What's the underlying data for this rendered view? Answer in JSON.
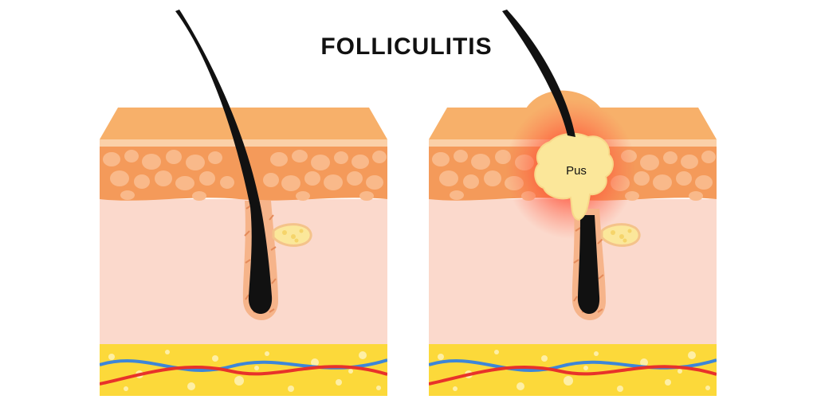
{
  "title": "FOLLICULITIS",
  "pus_label": "Pus",
  "colors": {
    "epidermis": "#f7b06a",
    "epidermis_top": "#f9c07e",
    "fat_cells_layer": "#f49a5a",
    "fat_cell": "#f9b98a",
    "dermis": "#fbd9cc",
    "subcutaneous": "#fcd93a",
    "vein": "#3d86d8",
    "artery": "#e8322a",
    "hair": "#111111",
    "pus": "#fbe79a",
    "inflammation": "#ff3b2f"
  },
  "panels": [
    {
      "name": "healthy-follicle",
      "inflamed": false
    },
    {
      "name": "inflamed-follicle",
      "inflamed": true
    }
  ]
}
